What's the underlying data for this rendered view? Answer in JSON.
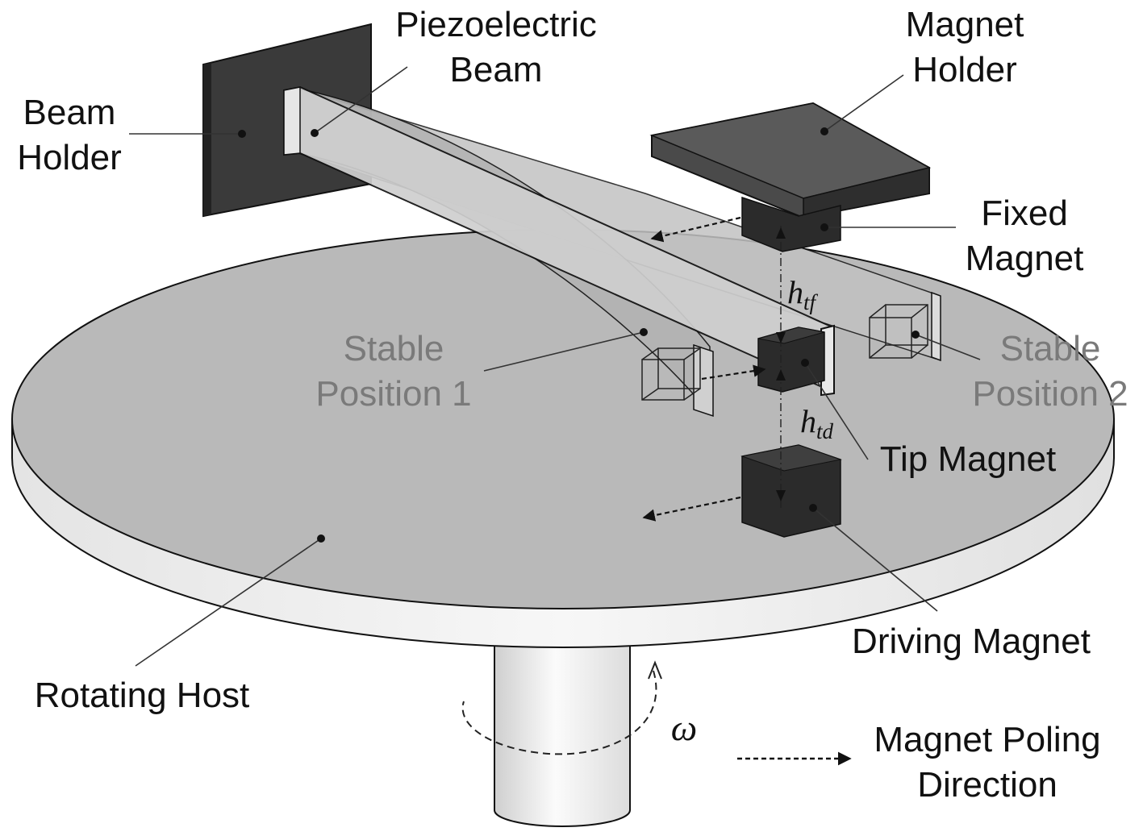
{
  "labels": {
    "beam_holder": [
      "Beam",
      "Holder"
    ],
    "piezo_beam": [
      "Piezoelectric",
      "Beam"
    ],
    "magnet_holder": [
      "Magnet",
      "Holder"
    ],
    "fixed_magnet": [
      "Fixed",
      "Magnet"
    ],
    "stable_position_1": [
      "Stable",
      "Position 1"
    ],
    "stable_position_2": [
      "Stable",
      "Position 2"
    ],
    "tip_magnet": "Tip Magnet",
    "driving_magnet": "Driving Magnet",
    "rotating_host": "Rotating Host",
    "legend_poling": [
      "Magnet Poling",
      "Direction"
    ]
  },
  "symbols": {
    "h_tf": {
      "base": "h",
      "sub": "tf"
    },
    "h_td": {
      "base": "h",
      "sub": "td"
    },
    "omega": "ω"
  },
  "colors": {
    "disk_top": "#b9b9b9",
    "disk_side": "#ededed",
    "magnet": "#2b2b2b",
    "holder": "#3a3a3a",
    "beam": "#c8c8c8",
    "stroke": "#111111",
    "grey_text": "#7a7a7a"
  }
}
